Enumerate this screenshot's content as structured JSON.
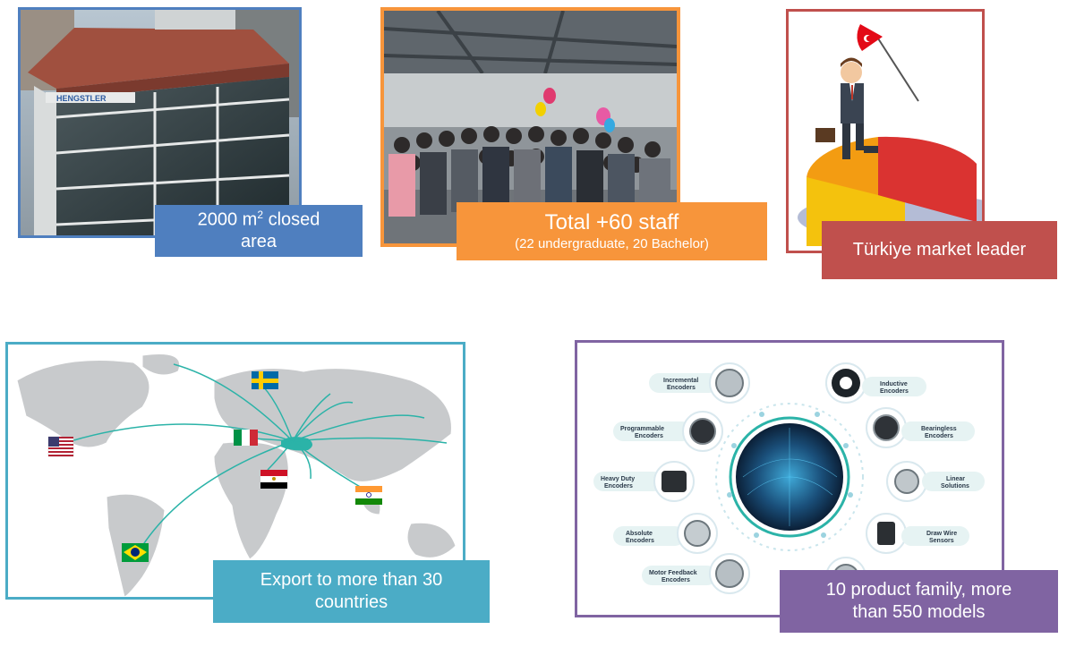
{
  "colors": {
    "blue": "#4f7fbf",
    "orange": "#f7953b",
    "red": "#c0504d",
    "teal": "#4bacc6",
    "purple": "#8064a2"
  },
  "cards": {
    "building": {
      "icon": "building-photo",
      "logo_text": "HENGSTLER"
    },
    "staff": {
      "icon": "team-photo",
      "title": "Total +60 staff",
      "subtitle": "(22 undergraduate, 20 Bachelor)"
    },
    "market": {
      "icon": "market-leader-illustration",
      "title": "Türkiye market leader"
    },
    "export": {
      "icon": "world-map",
      "title_line1": "Export to more than 30",
      "title_line2": "countries"
    },
    "products": {
      "icon": "product-ring-diagram",
      "title_line1": "10 product family, more",
      "title_line2": "than 550 models",
      "items": [
        {
          "line1": "Incremental",
          "line2": "Encoders"
        },
        {
          "line1": "Programmable",
          "line2": "Encoders"
        },
        {
          "line1": "Heavy Duty",
          "line2": "Encoders"
        },
        {
          "line1": "Absolute",
          "line2": "Encoders"
        },
        {
          "line1": "Motor Feedback",
          "line2": "Encoders"
        },
        {
          "line1": "Inductive",
          "line2": "Encoders"
        },
        {
          "line1": "Bearingless",
          "line2": "Encoders"
        },
        {
          "line1": "Linear",
          "line2": "Solutions"
        },
        {
          "line1": "Draw Wire",
          "line2": "Sensors"
        }
      ]
    }
  }
}
